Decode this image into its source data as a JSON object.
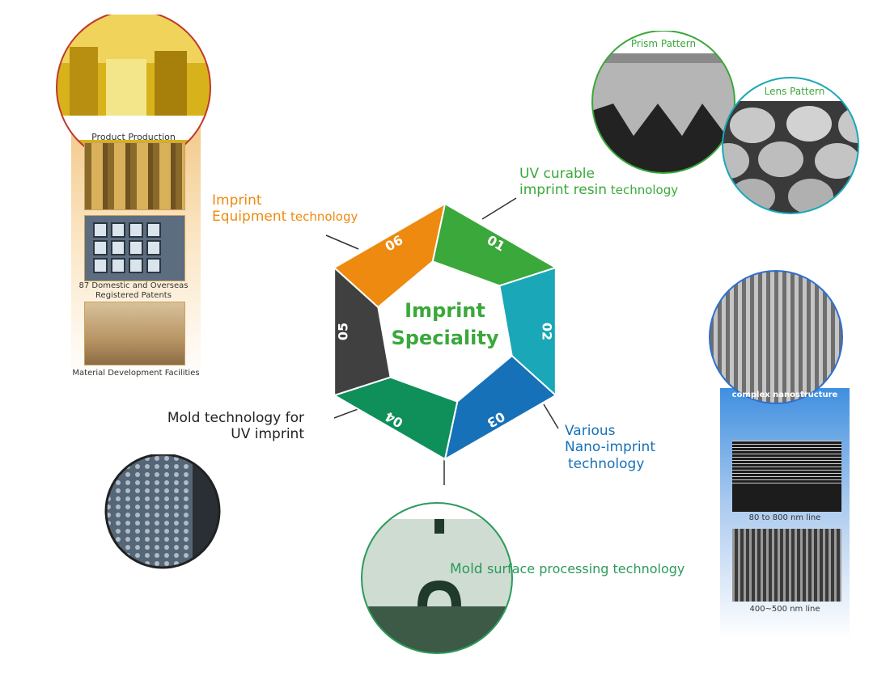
{
  "colors": {
    "green": "#3aa83a",
    "teal": "#1aa7b7",
    "blue": "#1771b8",
    "dark_green": "#0f8f5a",
    "charcoal": "#404040",
    "orange": "#ee8a10",
    "mold_text": "#2b9a5a"
  },
  "center": {
    "title_line1": "Imprint",
    "title_line2": "Speciality"
  },
  "segments": [
    {
      "number": "01",
      "color": "green"
    },
    {
      "number": "02",
      "color": "teal"
    },
    {
      "number": "03",
      "color": "blue"
    },
    {
      "number": "04",
      "color": "dark_green"
    },
    {
      "number": "05",
      "color": "charcoal"
    },
    {
      "number": "06",
      "color": "orange"
    }
  ],
  "labels": {
    "equipment_line1": "Imprint",
    "equipment_bold": "Equipment",
    "equipment_rest": " technology",
    "resin_line1": "UV curable",
    "resin_bold": "imprint resin",
    "resin_rest": " technology",
    "nano_line1": "Various",
    "nano_line2": "Nano-imprint",
    "nano_line3": "technology",
    "mold_line1": "Mold technology for",
    "mold_line2": "UV imprint",
    "surface_bold": "Mold",
    "surface_rest": "surface processing technology"
  },
  "left_panel": {
    "production": "Product Production Facilities",
    "patents": "87 Domestic and Overseas Registered Patents",
    "materials": "Material Development Facilities"
  },
  "right_top": {
    "prism": "Prism Pattern",
    "lens": "Lens Pattern"
  },
  "right_panel": {
    "complex": "complex nanostructure",
    "line_80_800": "80 to 800 nm line",
    "line_400_500": "400~500 nm line"
  }
}
